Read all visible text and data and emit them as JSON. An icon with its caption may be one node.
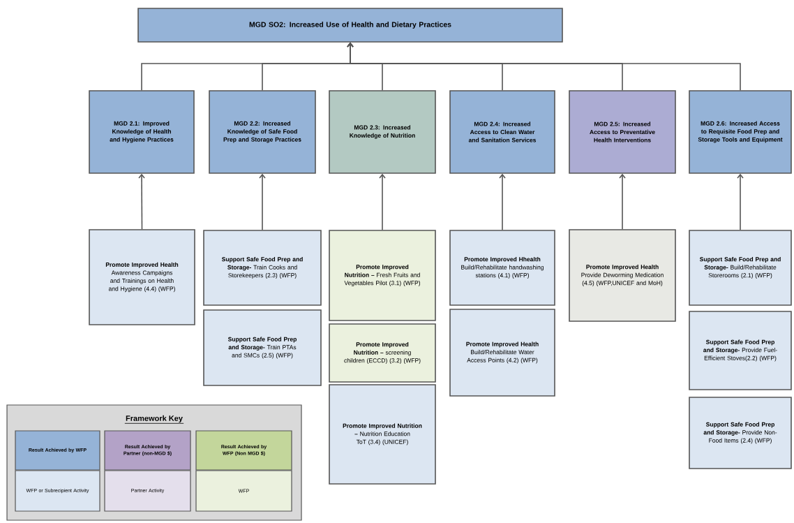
{
  "diagram": {
    "nodes": [
      {
        "text": [
          "MGD SO2: Increased Use of Health and Dietary Practices"
        ]
      },
      {
        "text": [
          "MGD 2.1: Improved Knowledge of Health and Hygiene Practices"
        ]
      },
      {
        "text": [
          "MGD 2.2: Increased Knowledge of Safe Food Prep and Storage Practices"
        ]
      },
      {
        "text": [
          "MGD 2.3: Increased Knowledge of Nutrition"
        ]
      },
      {
        "text": [
          "MGD 2.4: Increased Access to Clean Water and Sanitation Services"
        ]
      },
      {
        "text": [
          "MGD 2.5: Increased Access to Preventative Health Interventions"
        ]
      },
      {
        "text": [
          "MGD 2.6: Increased Access to Requisite Food Prep and Storage Tools and Equipment"
        ]
      },
      {
        "text": [
          "**Promote Improved Health** Awareness Campaigns and Trainings on Health and Hygiene (4.4) (WFP)"
        ]
      },
      {
        "text": [
          "**Support Safe Food Prep and Storage-** Train Cooks and Storekeepers (2.3) (WFP)"
        ]
      },
      {
        "text": [
          "**Support Safe Food Prep and Storage-** Train PTAs and SMCs (2.5) (WFP)"
        ]
      },
      {
        "text": [
          "**Promote Improved Nutrition –** Fresh Fruits and Vegetables Pilot (3.1) (WFP)"
        ]
      },
      {
        "text": [
          "**Promote Improved Nutrition –** screening children (ECCD) (3.2) (WFP)"
        ]
      },
      {
        "text": [
          "**Promote Improved Nutrition –** Nutrition Education ToT (3.4) (UNICEF)"
        ]
      },
      {
        "text": [
          "**Promote Improved Hhealth** Build/Rehabilitate handwashing stations (4.1) (WFP)"
        ]
      },
      {
        "text": [
          "**Promote Improved Health** Build/Rehabilitate Water Access Points (4.2) (WFP)"
        ]
      },
      {
        "text": [
          "**Promote Improved Health** Provide Deworming Medication (4.5) (WFP,UNICEF and MoH)"
        ]
      },
      {
        "text": [
          "**Support Safe Food Prep and Storage-** Build/Rehabilitate Storerooms (2.1) (WFP)"
        ]
      },
      {
        "text": [
          "**Support Safe Food Prep and Storage-** Provide Fuel-Efficient Stoves(2.2) (WFP)"
        ]
      },
      {
        "text": [
          "**Support Safe Food Prep and Storage-** Provide Non-Food Items (2.4) (WFP)"
        ]
      },
      {
        "text": [
          "Framework Key"
        ]
      },
      {
        "text": [
          "Result Achieved by WFP"
        ],
        "in": 19
      },
      {
        "text": [
          "WFP or Subrecipient Activity"
        ],
        "in": 19
      },
      {
        "text": [
          "Result Achieved by Partner (non-MGD $)"
        ],
        "in": 19
      },
      {
        "text": [
          "Partner Activity"
        ],
        "in": 19
      },
      {
        "text": [
          "Result Achieved by WFP (Non MGD $)"
        ],
        "in": 19
      },
      {
        "text": [
          "WFP"
        ],
        "in": 19
      }
    ],
    "edges": [
      {
        "from": 1,
        "to": 0,
        "arrow": "to"
      },
      {
        "from": 2,
        "to": 0,
        "arrow": "to"
      },
      {
        "from": 3,
        "to": 0,
        "arrow": "to"
      },
      {
        "from": 4,
        "to": 0,
        "arrow": "to"
      },
      {
        "from": 5,
        "to": 0,
        "arrow": "to"
      },
      {
        "from": 6,
        "to": 0,
        "arrow": "to"
      },
      {
        "from": 7,
        "to": 1,
        "arrow": "to"
      },
      {
        "from": 8,
        "to": 2,
        "arrow": "to"
      },
      {
        "from": 10,
        "to": 3,
        "arrow": "to"
      },
      {
        "from": 13,
        "to": 4,
        "arrow": "to"
      },
      {
        "from": 15,
        "to": 5,
        "arrow": "to"
      },
      {
        "from": 16,
        "to": 6,
        "arrow": "to"
      }
    ]
  }
}
